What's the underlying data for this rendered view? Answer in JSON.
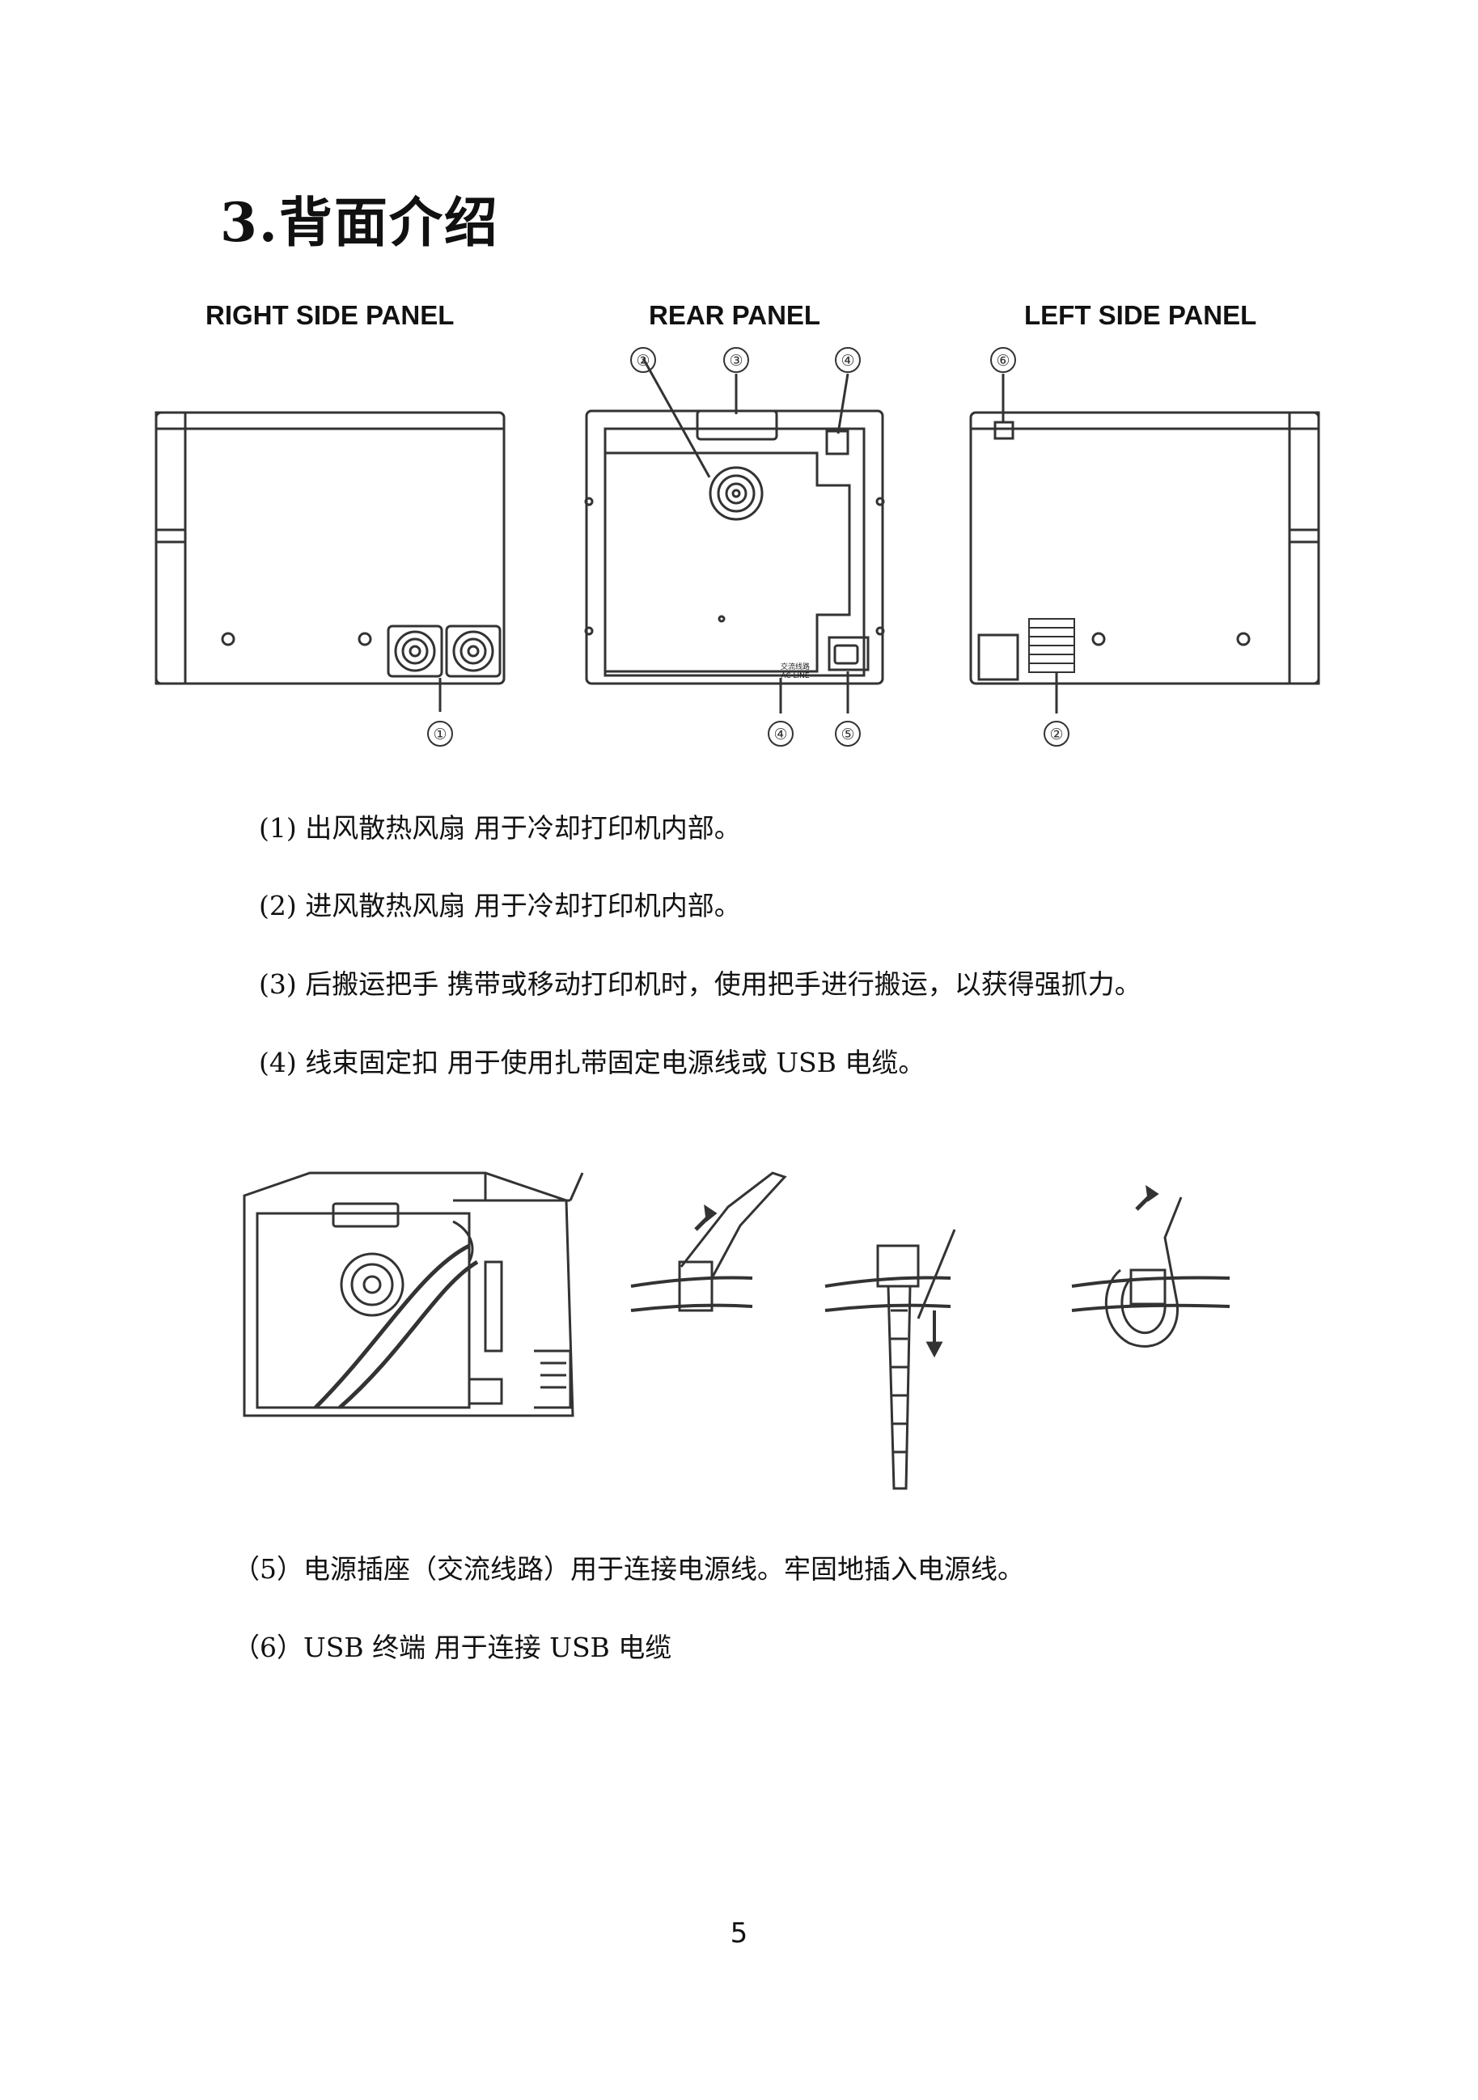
{
  "title": "3.背面介绍",
  "panels": {
    "right": "RIGHT SIDE PANEL",
    "rear": "REAR PANEL",
    "left": "LEFT SIDE PANEL"
  },
  "callouts": {
    "c1": "①",
    "c2": "②",
    "c3": "③",
    "c4": "④",
    "c5": "⑤",
    "c6": "⑥"
  },
  "rear_panel_label": {
    "line1": "交流线路",
    "line2": "AC LINE"
  },
  "items": [
    "(1) 出风散热风扇 用于冷却打印机内部。",
    "(2) 进风散热风扇 用于冷却打印机内部。",
    "(3) 后搬运把手 携带或移动打印机时，使用把手进行搬运，以获得强抓力。",
    "(4) 线束固定扣 用于使用扎带固定电源线或 USB 电缆。",
    "（5）电源插座（交流线路）用于连接电源线。牢固地插入电源线。",
    "（6）USB 终端 用于连接 USB 电缆"
  ],
  "page_number": "5"
}
